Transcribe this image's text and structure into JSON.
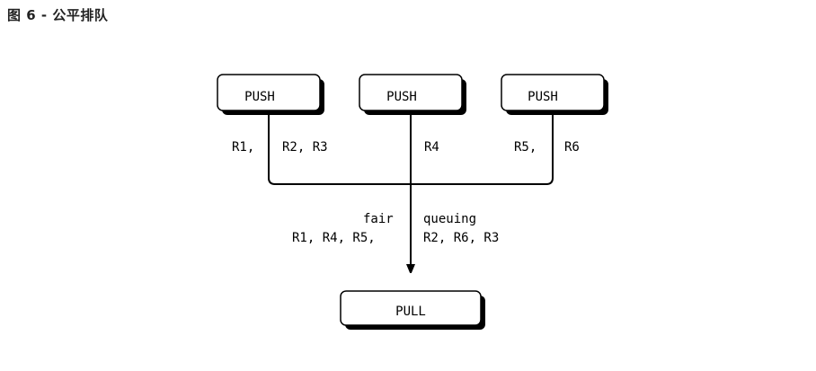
{
  "caption": "图 6 - 公平排队",
  "nodes": {
    "push_left": "PUSH",
    "push_center": "PUSH",
    "push_right": "PUSH",
    "pull": "PULL"
  },
  "labels": {
    "left_a": "R1,",
    "left_b": "R2, R3",
    "center": "R4",
    "right_a": "R5,",
    "right_b": "R6",
    "fair": "fair",
    "queuing": "queuing",
    "order_left": "R1, R4, R5,",
    "order_right": "R2, R6, R3"
  }
}
